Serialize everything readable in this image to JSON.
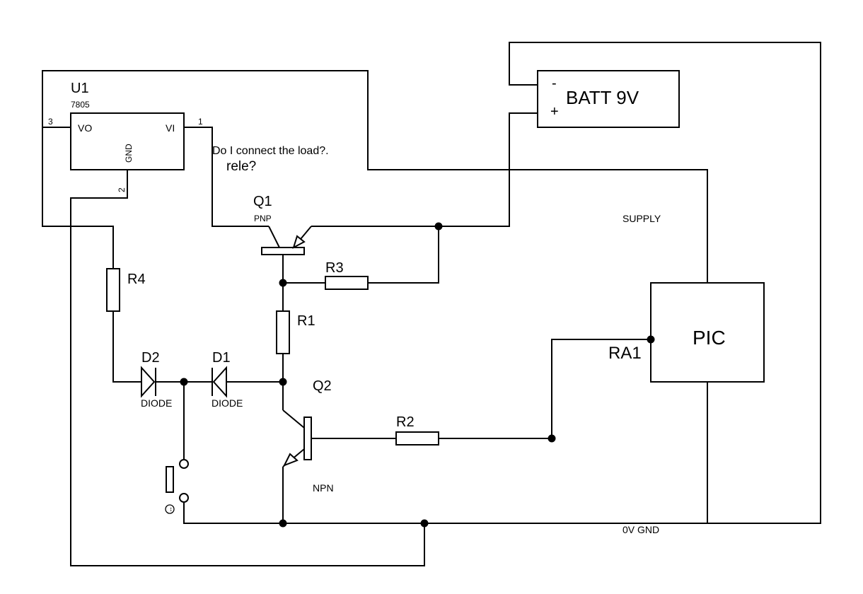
{
  "colors": {
    "ink": "#000000",
    "background": "#ffffff"
  },
  "regulator": {
    "ref": "U1",
    "part": "7805",
    "pin_vo": "VO",
    "pin_vi": "VI",
    "pin_gnd": "GND",
    "pin3": "3",
    "pin1": "1",
    "pin2": "2"
  },
  "question": {
    "line1": "Do I connect the load?.",
    "line2": "rele?"
  },
  "battery": {
    "label": "BATT 9V",
    "neg": "-",
    "pos": "+"
  },
  "q1": {
    "ref": "Q1",
    "type": "PNP"
  },
  "q2": {
    "ref": "Q2",
    "type": "NPN"
  },
  "resistors": {
    "r1": "R1",
    "r2": "R2",
    "r3": "R3",
    "r4": "R4"
  },
  "diodes": {
    "d1": "D1",
    "d1_type": "DIODE",
    "d2": "D2",
    "d2_type": "DIODE"
  },
  "pic": {
    "label": "PIC",
    "pin": "RA1"
  },
  "nets": {
    "supply": "SUPPLY",
    "gnd": "0V GND"
  },
  "switch": {
    "symbol": "↔"
  }
}
